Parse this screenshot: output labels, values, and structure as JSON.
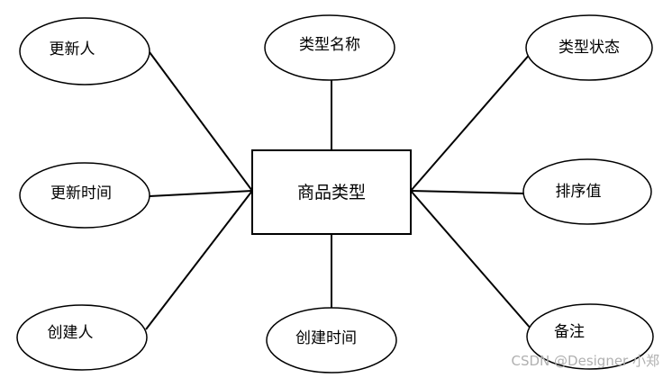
{
  "diagram": {
    "type": "er-diagram",
    "entity": {
      "label": "商品类型"
    },
    "attributes": {
      "updated_by": "更新人",
      "type_name": "类型名称",
      "type_status": "类型状态",
      "updated_time": "更新时间",
      "sort_value": "排序值",
      "created_by": "创建人",
      "created_time": "创建时间",
      "remark": "备注"
    },
    "watermark": "CSDN @Designer 小郑"
  }
}
